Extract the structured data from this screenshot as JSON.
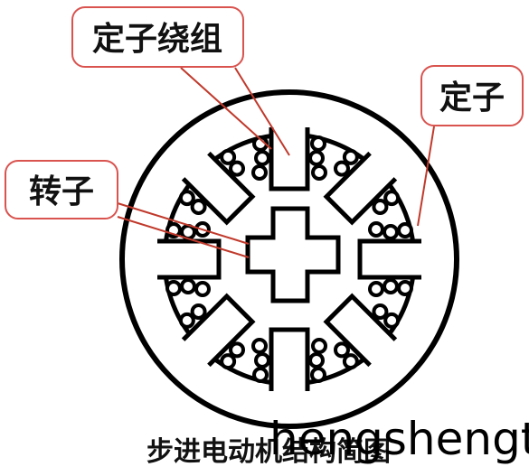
{
  "labels": {
    "stator_winding": "定子绕组",
    "stator": "定子",
    "rotor": "转子"
  },
  "caption": "步进电动机结构简图",
  "watermark": "hengshengta",
  "colors": {
    "stroke": "#000000",
    "callout_border": "#d9534f",
    "leader_line": "#c0392b",
    "background": "#ffffff"
  }
}
